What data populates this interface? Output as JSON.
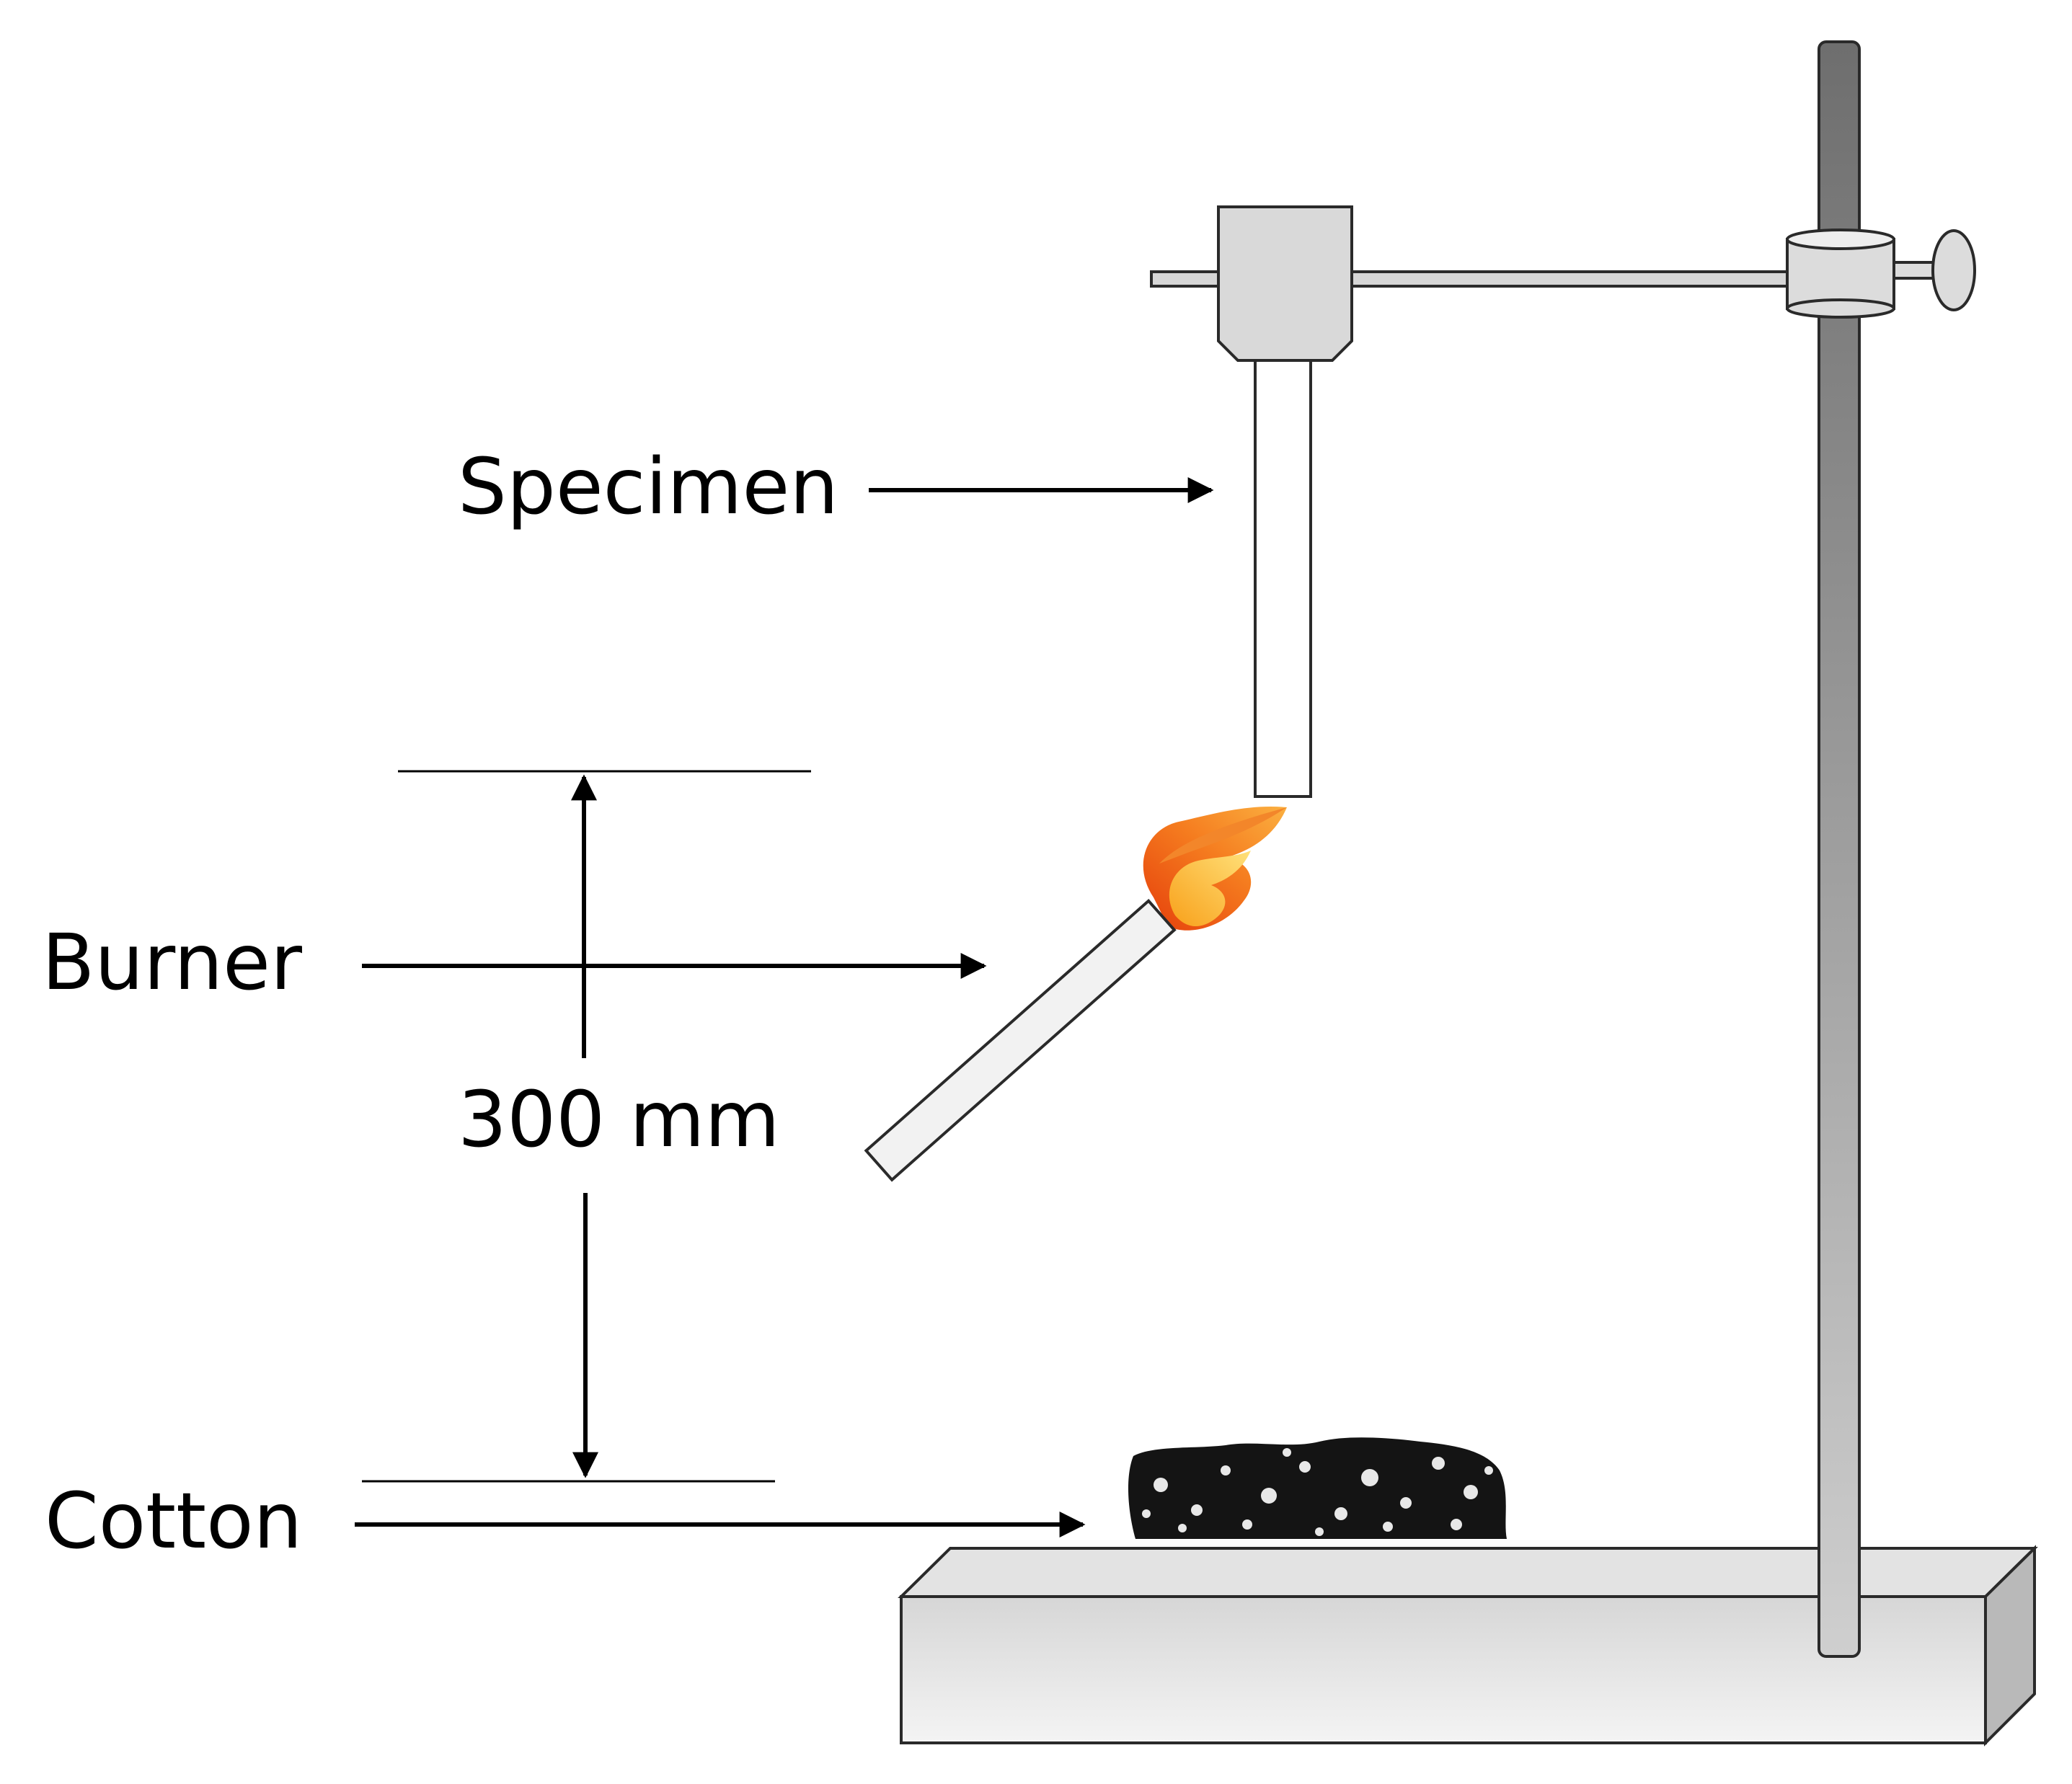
{
  "labels": {
    "specimen": "Specimen",
    "burner": "Burner",
    "distance": "300 mm",
    "cotton": "Cotton"
  },
  "colors": {
    "stroke": "#1a1a1a",
    "clamp_fill": "#d9d9d9",
    "specimen_fill": "#ffffff",
    "burner_fill": "#f2f2f2",
    "base_top": "#e3e3e3",
    "base_side": "#bdbdbd",
    "rod_dark": "#7a7a7a",
    "rod_light": "#c8c8c8",
    "flame_outer": "#f07a1a",
    "flame_inner": "#fbc02d",
    "cotton": "#111111"
  }
}
